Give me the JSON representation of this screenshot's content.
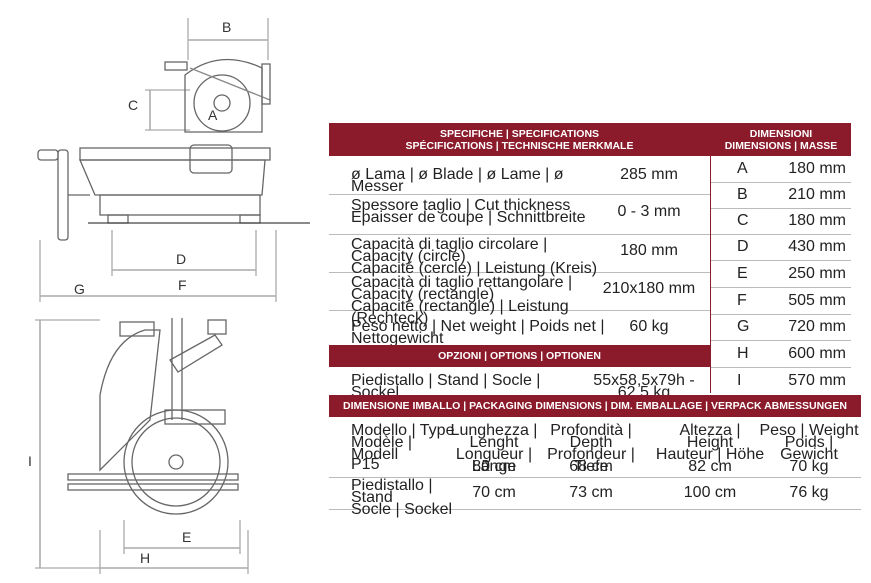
{
  "drawing": {
    "dims_top": [
      "B",
      "C",
      "A",
      "D",
      "F",
      "G"
    ],
    "dims_bottom": [
      "I",
      "E",
      "H"
    ]
  },
  "specs": {
    "header_line1": "SPECIFICHE | SPECIFICATIONS",
    "header_line2": "SPÉCIFICATIONS | TECHNISCHE MERKMALE",
    "rows": [
      {
        "label": "ø Lama | ø Blade | ø Lame | ø Messer",
        "value": "285 mm"
      },
      {
        "label": "Spessore taglio | Cut thickness\nEpaisser de coupe | Schnittbreite",
        "value": "0 - 3 mm"
      },
      {
        "label": "Capacità di taglio circolare | Capacity (circle)\nCapacité (cercle) | Leistung (Kreis)",
        "value": "180 mm"
      },
      {
        "label": "Capacità di taglio rettangolare | Capacity (rectangle)\nCapacité (rectangle) | Leistung (Rechteck)",
        "value": "210x180 mm"
      },
      {
        "label": "Peso netto | Net weight | Poids net | Nettogewicht",
        "value": "60 kg"
      }
    ]
  },
  "options": {
    "header": "OPZIONI | OPTIONS | OPTIONEN",
    "row": {
      "label": "Piedistallo | Stand | Socle | Sockel",
      "value": "55x58,5x79h - 62,5 kg"
    }
  },
  "dimensions": {
    "header_line1": "DIMENSIONI",
    "header_line2": "DIMENSIONS | MASSE",
    "rows": [
      {
        "key": "A",
        "value": "180 mm"
      },
      {
        "key": "B",
        "value": "210 mm"
      },
      {
        "key": "C",
        "value": "180 mm"
      },
      {
        "key": "D",
        "value": "430 mm"
      },
      {
        "key": "E",
        "value": "250 mm"
      },
      {
        "key": "F",
        "value": "505 mm"
      },
      {
        "key": "G",
        "value": "720 mm"
      },
      {
        "key": "H",
        "value": "600 mm"
      },
      {
        "key": "I",
        "value": "570 mm"
      }
    ]
  },
  "packaging": {
    "header": "DIMENSIONE IMBALLO | PACKAGING DIMENSIONS | DIM. EMBALLAGE | VERPACK ABMESSUNGEN",
    "columns": [
      "Modello | Type\nModèle | Modell",
      "Lunghezza | Lenght\nLongueur | Länge",
      "Profondità | Depth\nProfondeur | Tiefe",
      "Altezza | Height\nHauteur | Höhe",
      "Peso | Weight\nPoids | Gewicht"
    ],
    "rows": [
      [
        "P15",
        "80 cm",
        "68 cm",
        "82 cm",
        "70 kg"
      ],
      [
        "Piedistallo | Stand\nSocle | Sockel",
        "70 cm",
        "73 cm",
        "100 cm",
        "76 kg"
      ]
    ]
  }
}
